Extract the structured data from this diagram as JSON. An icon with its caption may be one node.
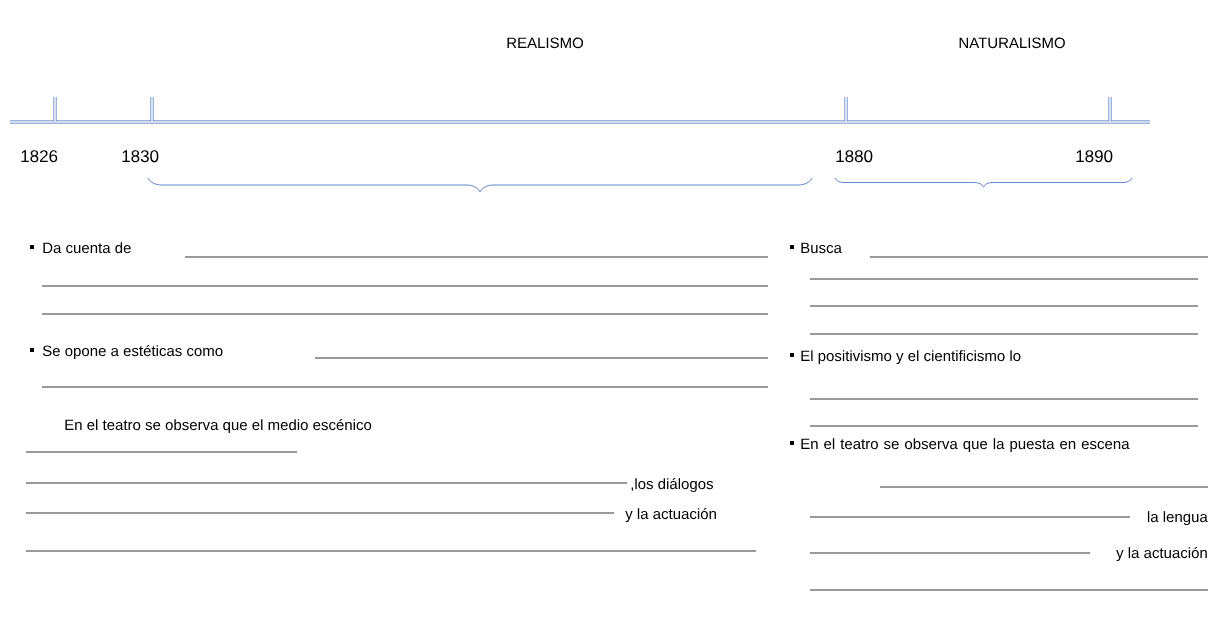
{
  "diagram": {
    "labels": [
      "REALISMO",
      "NATURALISMO",
      "1826",
      "1830",
      "1880",
      "1890",
      "Da cuenta de",
      "Se opone a estéticas como",
      "En el teatro se observa que el medio escénico",
      ",los diálogos",
      "y la actuación",
      "Busca",
      "El positivismo y el cientificismo lo",
      "En el teatro se observa que la puesta en escena",
      "la lengua",
      "y la actuación"
    ]
  }
}
